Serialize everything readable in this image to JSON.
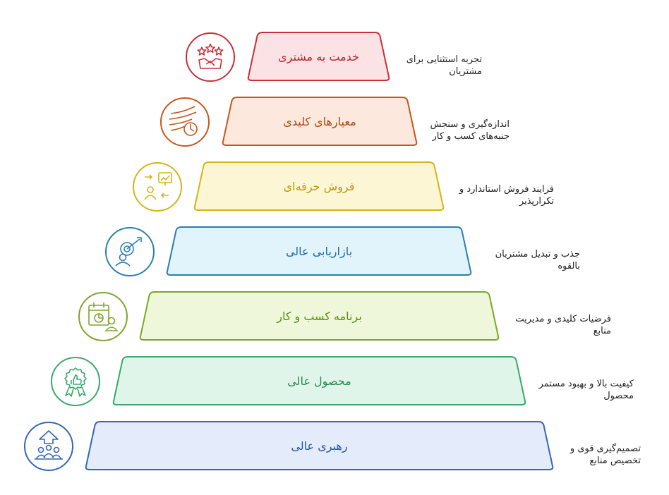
{
  "tiers": [
    {
      "label": "خدمت به مشتری",
      "desc1": "تجربه استثنایی برای",
      "desc2": "مشتریان",
      "icon": "customer-service-stars-icon",
      "stroke": "#c8313a",
      "fill": "#fbe3e5",
      "text": "#b3262e"
    },
    {
      "label": "معیارهای کلیدی",
      "desc1": "اندازه‌گیری و سنجش",
      "desc2": "جنبه‌های کسب و کار",
      "icon": "metrics-gauge-icon",
      "stroke": "#c8561c",
      "fill": "#fce8dc",
      "text": "#b14511"
    },
    {
      "label": "فروش حرفه‌ای",
      "desc1": "فرایند فروش استاندارد و",
      "desc2": "تکرارپذیر",
      "icon": "sales-presentation-icon",
      "stroke": "#d4b41c",
      "fill": "#fcf6d4",
      "text": "#b59a0e"
    },
    {
      "label": "بازاریابی عالی",
      "desc1": "جذب و تبدیل مشتریان",
      "desc2": "بالقوه",
      "icon": "marketing-target-icon",
      "stroke": "#2a7fb0",
      "fill": "#e1f3fb",
      "text": "#1f6d99"
    },
    {
      "label": "برنامه کسب و کار",
      "desc1": "فرضیات کلیدی و مدیریت",
      "desc2": "منابع",
      "icon": "business-plan-calendar-icon",
      "stroke": "#7ea62a",
      "fill": "#eef7d9",
      "text": "#5f8a14"
    },
    {
      "label": "محصول عالی",
      "desc1": "کیفیت بالا و بهبود مستمر",
      "desc2": "محصول",
      "icon": "quality-badge-icon",
      "stroke": "#3aa86a",
      "fill": "#e0f5e9",
      "text": "#268a52"
    },
    {
      "label": "رهبری عالی",
      "desc1": "تصمیم‌گیری قوی و",
      "desc2": "تخصیص منابع",
      "icon": "leadership-team-icon",
      "stroke": "#3566b8",
      "fill": "#e4ebfa",
      "text": "#2a55a0"
    }
  ]
}
